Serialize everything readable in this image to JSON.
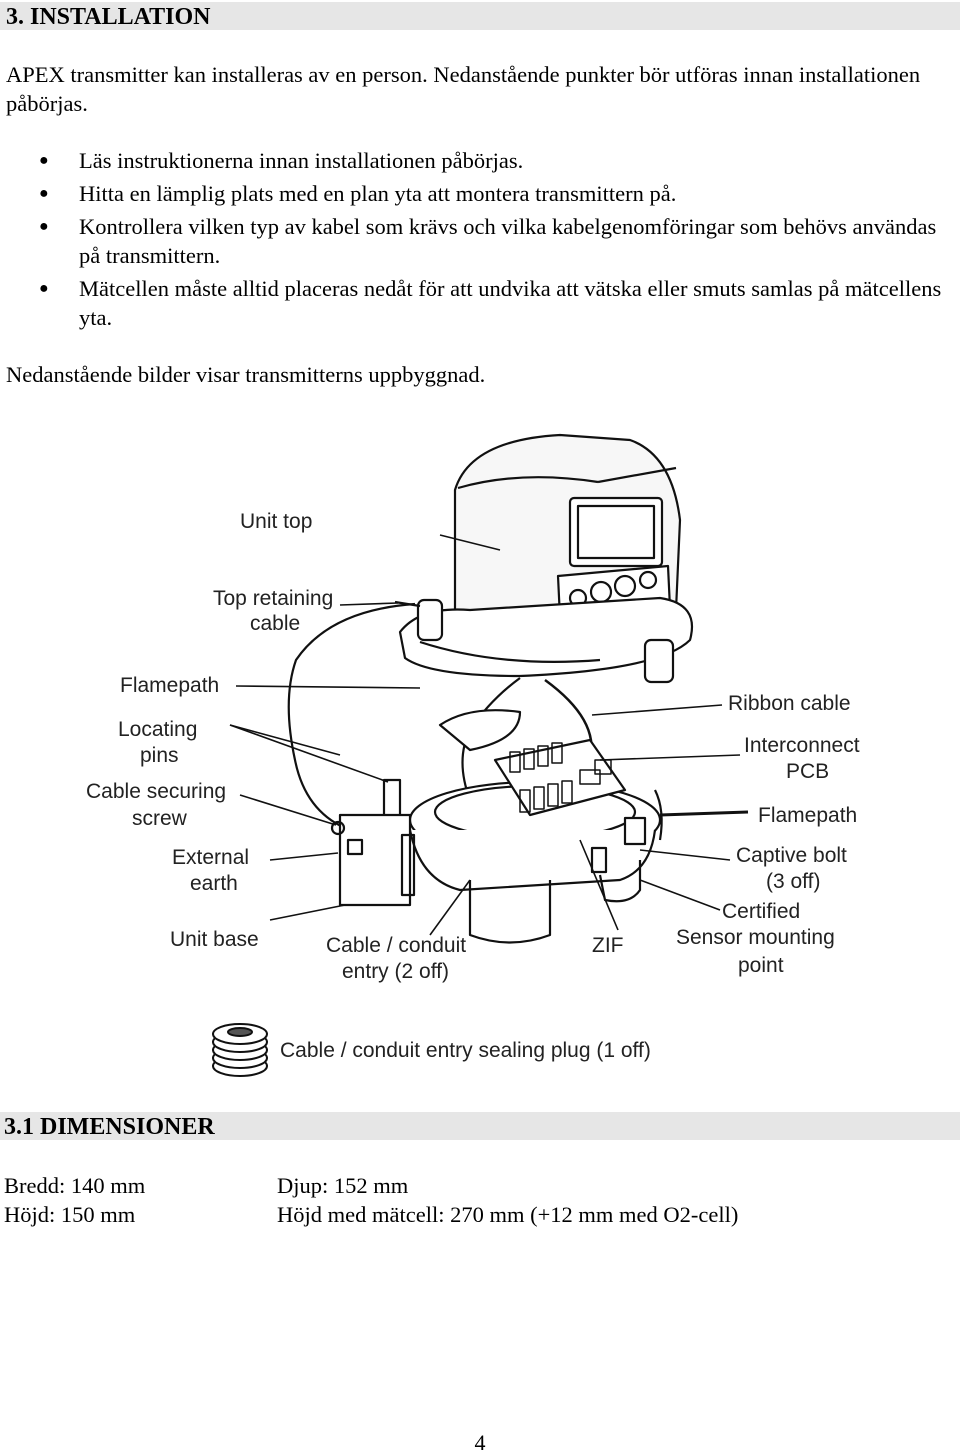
{
  "section1": {
    "heading": "3. INSTALLATION",
    "intro": "APEX transmitter kan installeras av en person. Nedanstående punkter bör utföras innan installationen påbörjas.",
    "bullets": [
      "Läs instruktionerna innan installationen påbörjas.",
      "Hitta en lämplig plats med en plan yta att montera transmittern på.",
      "Kontrollera vilken typ av kabel som krävs och vilka kabelgenomföringar som behövs användas på transmittern.",
      "Mätcellen måste alltid placeras nedåt för att undvika att vätska eller smuts samlas på mätcellens yta."
    ],
    "outro": "Nedanstående bilder visar transmitterns uppbyggnad."
  },
  "diagram": {
    "labels": {
      "unit_top": "Unit top",
      "top_retaining_cable_1": "Top retaining",
      "top_retaining_cable_2": "cable",
      "flamepath_left": "Flamepath",
      "locating_pins_1": "Locating",
      "locating_pins_2": "pins",
      "cable_securing_screw_1": "Cable securing",
      "cable_securing_screw_2": "screw",
      "external_earth_1": "External",
      "external_earth_2": "earth",
      "unit_base": "Unit base",
      "cable_conduit_entry_1": "Cable / conduit",
      "cable_conduit_entry_2": "entry (2 off)",
      "zif": "ZIF",
      "ribbon_cable": "Ribbon cable",
      "interconnect_pcb_1": "Interconnect",
      "interconnect_pcb_2": "PCB",
      "flamepath_right": "Flamepath",
      "captive_bolt_1": "Captive bolt",
      "captive_bolt_2": "(3 off)",
      "certified_sensor_1": "Certified",
      "certified_sensor_2": "Sensor mounting",
      "certified_sensor_3": "point",
      "sealing_plug": "Cable / conduit entry sealing plug (1 off)"
    }
  },
  "section2": {
    "heading": "3.1 DIMENSIONER",
    "width": "Bredd: 140 mm",
    "height": "Höjd: 150 mm",
    "depth": "Djup: 152 mm",
    "height_with_cell": "Höjd med mätcell: 270 mm (+12 mm med O2-cell)"
  },
  "page_number": "4"
}
